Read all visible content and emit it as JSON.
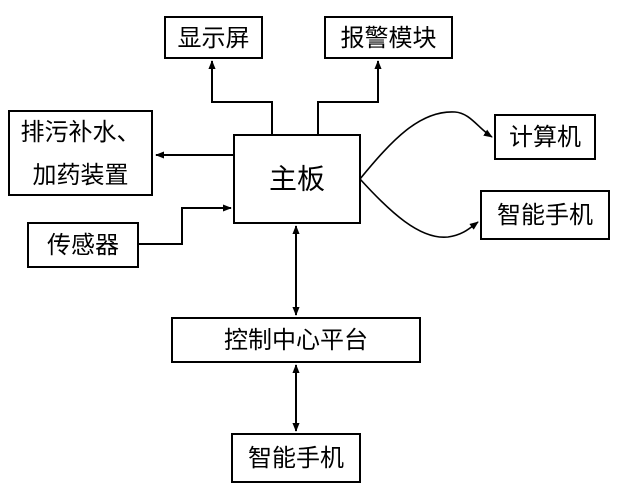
{
  "nodes": {
    "display": {
      "label": "显示屏"
    },
    "alarm": {
      "label": "报警模块"
    },
    "drain_line1": {
      "label": "排污补水、"
    },
    "drain_line2": {
      "label": "加药装置"
    },
    "sensor": {
      "label": "传感器"
    },
    "mainboard": {
      "label": "主板"
    },
    "computer": {
      "label": "计算机"
    },
    "phone_top": {
      "label": "智能手机"
    },
    "control": {
      "label": "控制中心平台"
    },
    "phone_bottom": {
      "label": "智能手机"
    }
  },
  "colors": {
    "stroke": "#000000",
    "fill": "#ffffff",
    "text": "#000000"
  }
}
